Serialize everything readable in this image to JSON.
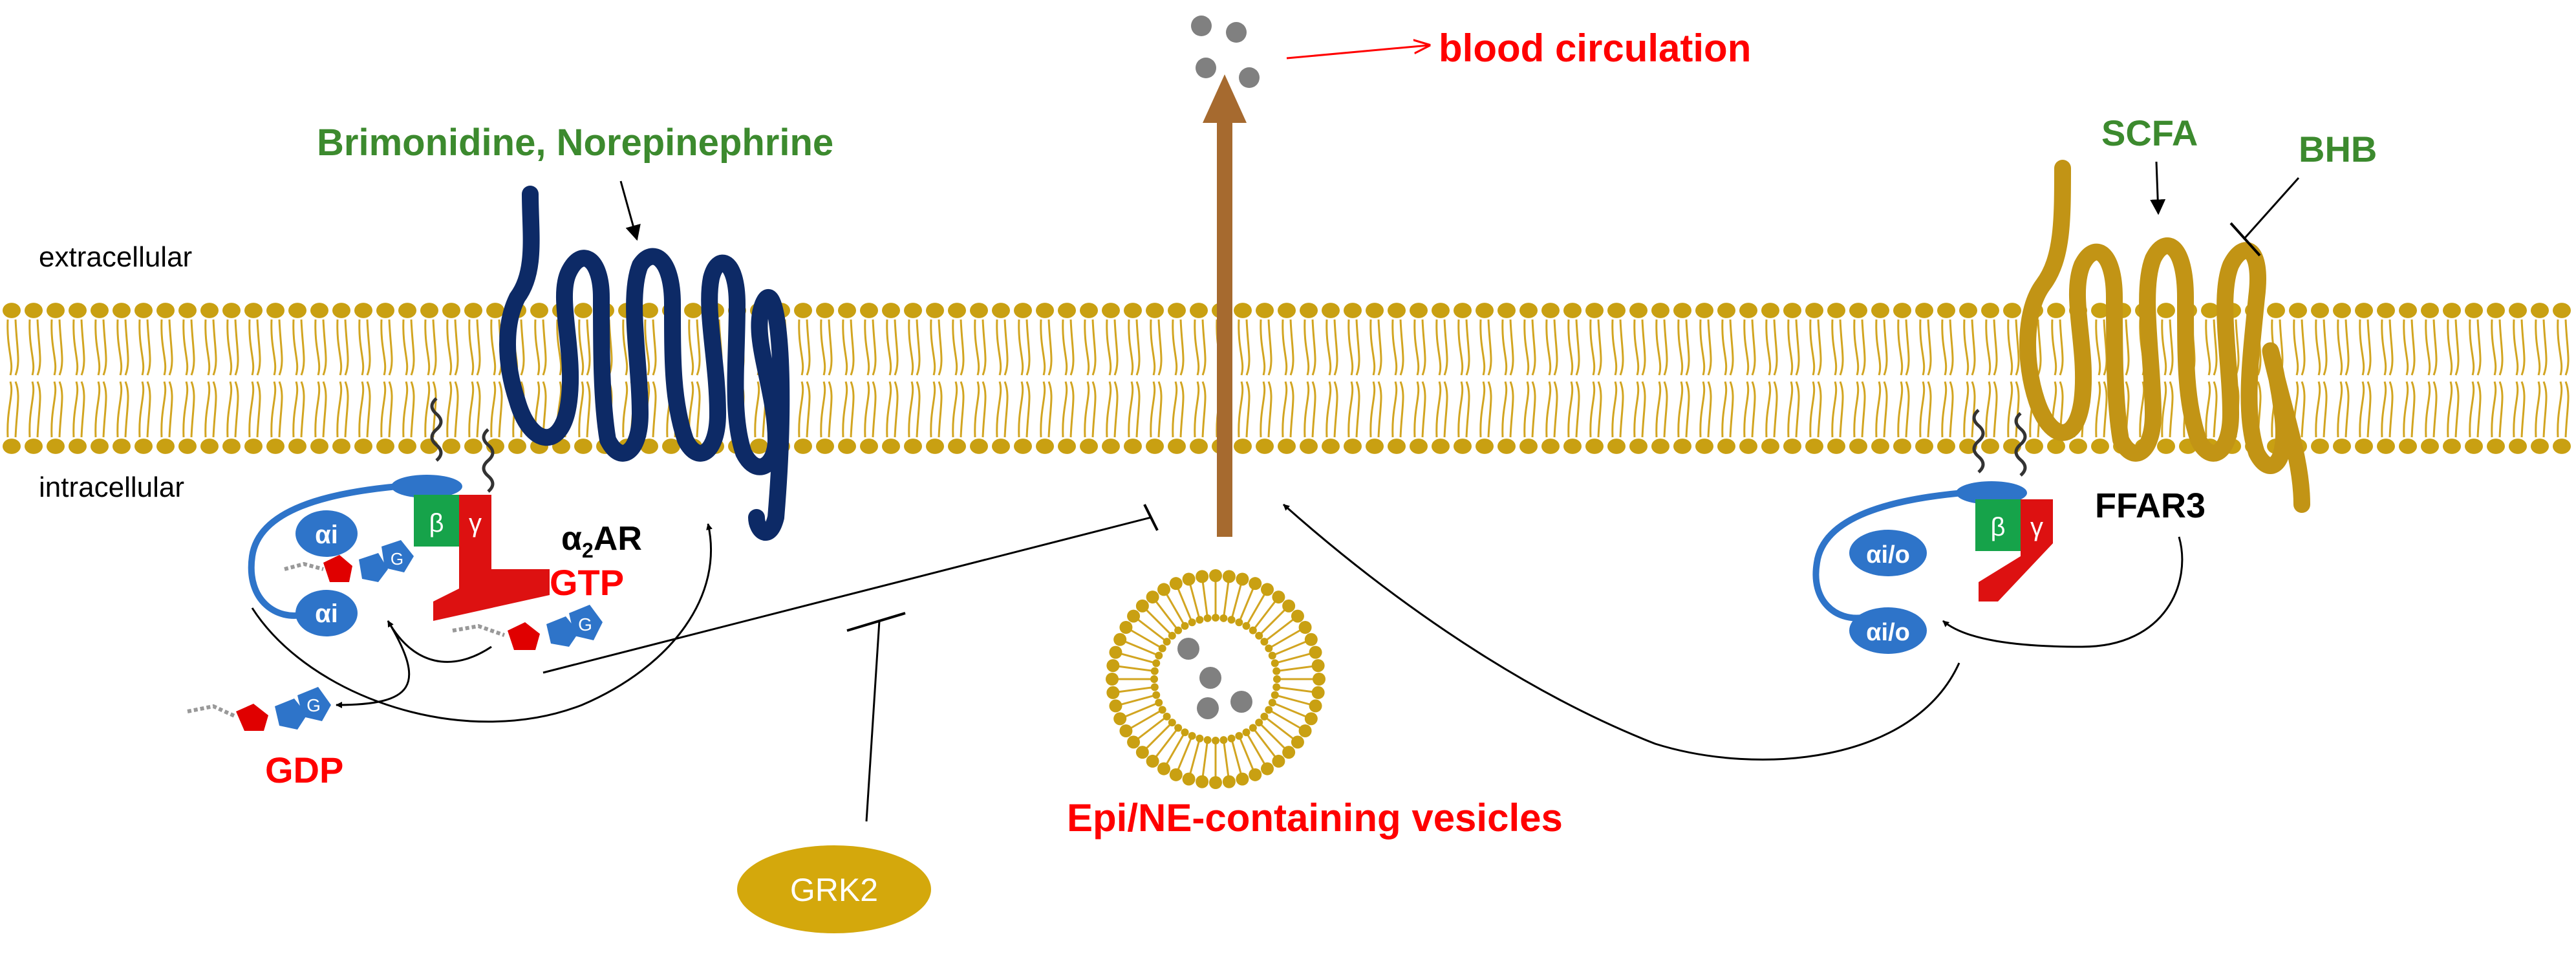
{
  "labels": {
    "extracellular": "extracellular",
    "intracellular": "intracellular",
    "ligands_left": "Brimonidine,  Norepinephrine",
    "receptor_left_alpha": "α",
    "receptor_left_sub": "2",
    "receptor_left_rest": "AR",
    "gtp": "GTP",
    "gdp": "GDP",
    "alpha_i": "αi",
    "beta": "β",
    "gamma": "γ",
    "g_letter": "G",
    "blood": "blood circulation",
    "vesicles": "Epi/NE-containing vesicles",
    "grk2": "GRK2",
    "scfa": "SCFA",
    "bhb": "BHB",
    "ffar3": "FFAR3",
    "alpha_io": "αi/o"
  },
  "colors": {
    "lipid_head": "#C9A012",
    "lipid_tail": "#D2A521",
    "receptor_left": "#0D2A66",
    "receptor_right": "#C29415",
    "arrow_brown": "#A66A2F",
    "red_text": "#FF0000",
    "green_text": "#3C8A2E",
    "g_alpha": "#2E74C9",
    "g_beta": "#16A34A",
    "g_gamma": "#DD1111",
    "grk2": "#D4A80C"
  }
}
